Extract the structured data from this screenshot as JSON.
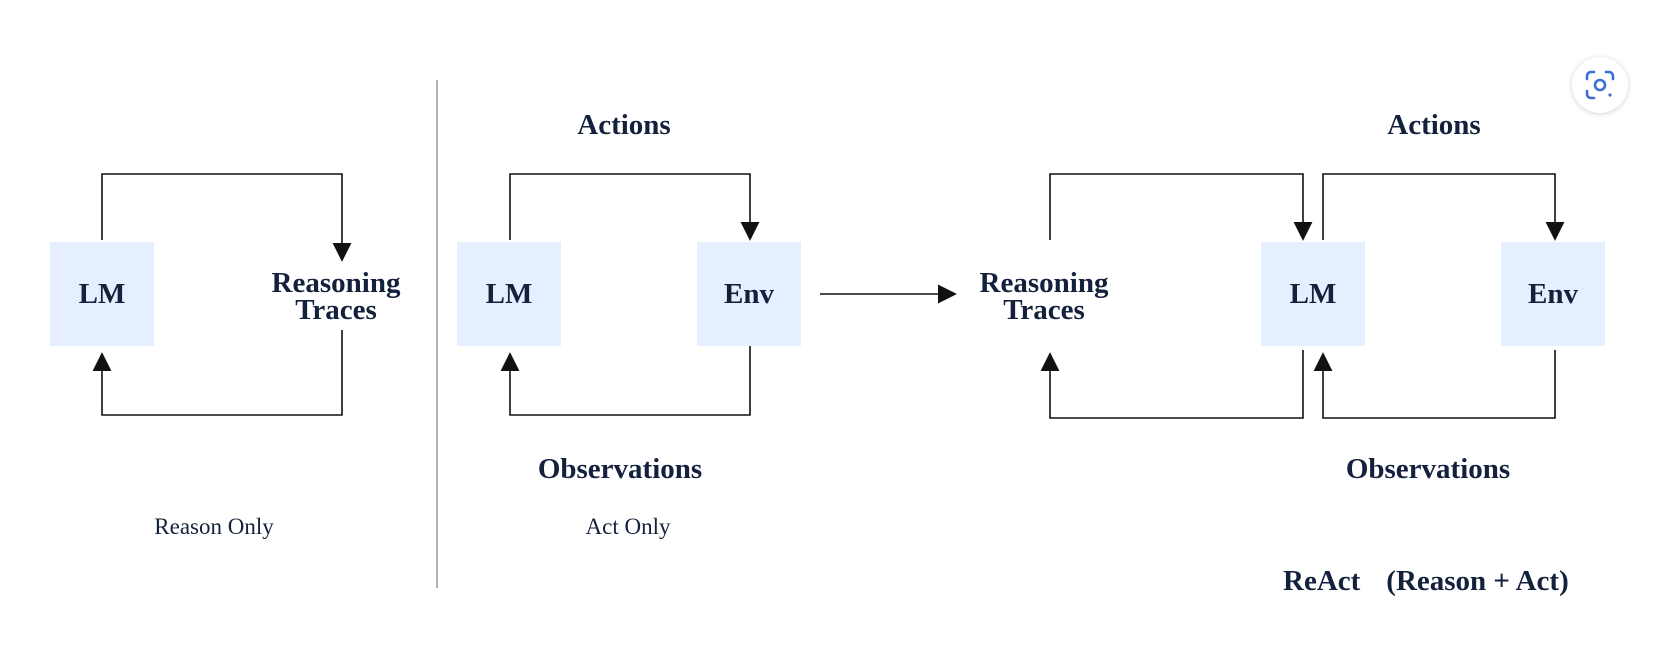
{
  "panels": {
    "reason_only": {
      "lm_label": "LM",
      "traces_label": "Reasoning\nTraces",
      "caption": "Reason Only"
    },
    "act_only": {
      "actions_label": "Actions",
      "lm_label": "LM",
      "env_label": "Env",
      "observations_label": "Observations",
      "caption": "Act Only"
    },
    "react": {
      "actions_label": "Actions",
      "traces_label": "Reasoning\nTraces",
      "lm_label": "LM",
      "env_label": "Env",
      "observations_label": "Observations",
      "title_main": "ReAct",
      "title_sub": "(Reason + Act)"
    }
  },
  "colors": {
    "box_fill": "#e6efff",
    "text": "#14213d",
    "line": "#111111",
    "divider": "#999999",
    "lens_icon": "#3b6fd4"
  },
  "icons": {
    "lens_button": "google-lens-icon"
  }
}
